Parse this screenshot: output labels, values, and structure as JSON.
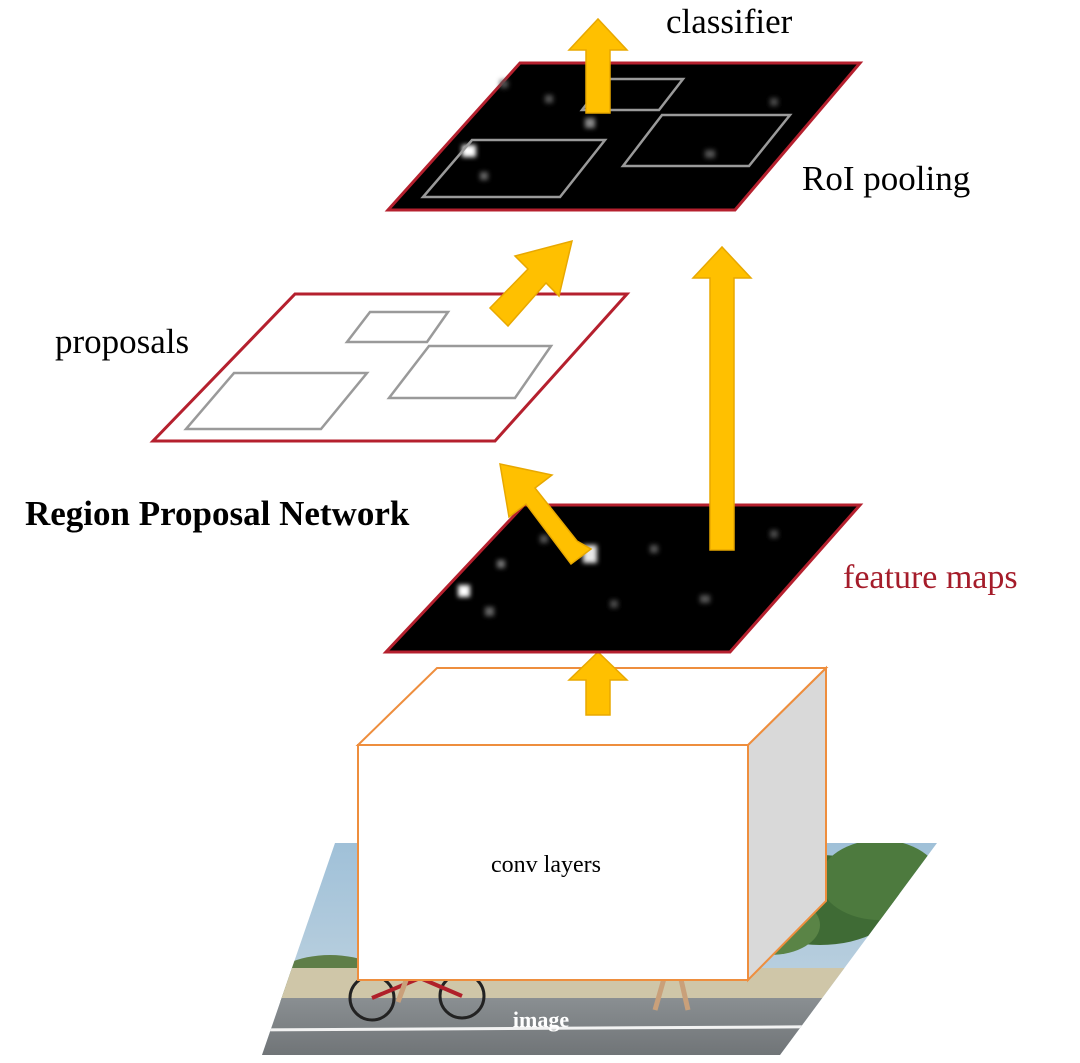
{
  "labels": {
    "classifier": "classifier",
    "roi_pooling": "RoI pooling",
    "proposals": "proposals",
    "rpn": "Region Proposal Network",
    "feature_maps": "feature maps",
    "conv_layers": "conv layers",
    "image": "image"
  },
  "colors": {
    "arrow": "#FFC000",
    "arrow_stroke": "#E8A800",
    "map_border": "#B5202E",
    "map_fill": "#000000",
    "box_border": "#EE8E3E",
    "box_side": "#D9D9D9",
    "feature_label": "#A51C2A",
    "region_outline": "#9A9A9A"
  },
  "icons": {
    "arrow": "upward-arrow-icon"
  }
}
